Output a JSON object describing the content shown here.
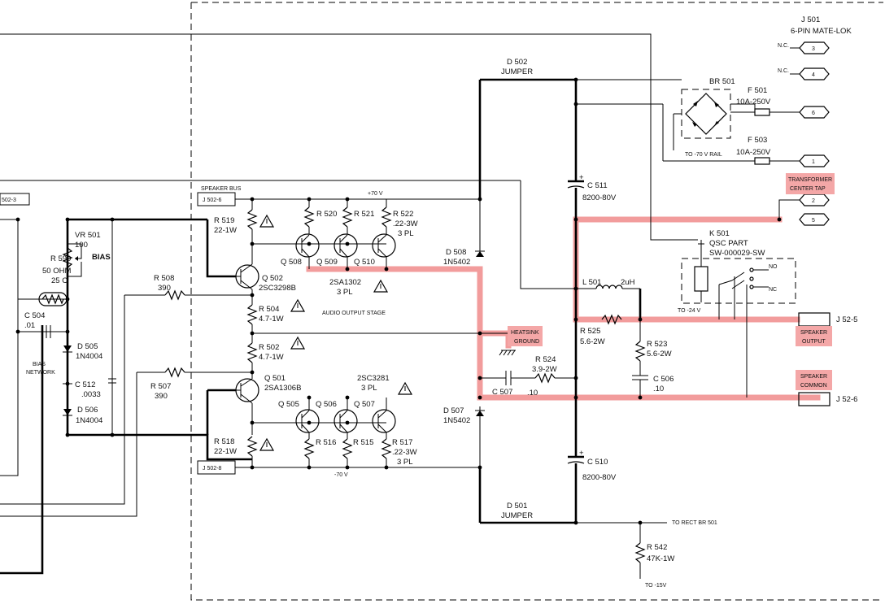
{
  "connector": {
    "ref": "J 501",
    "type": "6-PIN MATE-LOK",
    "pins": [
      "3",
      "4",
      "6",
      "1",
      "2",
      "5"
    ],
    "nc": [
      "N.C.",
      "N.C."
    ]
  },
  "rectifier": {
    "ref": "BR 501",
    "rail": "TO -70 V RAIL"
  },
  "fuses": [
    {
      "ref": "F 501",
      "value": "10A-250V"
    },
    {
      "ref": "F 503",
      "value": "10A-250V"
    }
  ],
  "caps": {
    "c511": {
      "ref": "C 511",
      "value": "8200-80V"
    },
    "c510": {
      "ref": "C 510",
      "value": "8200-80V"
    },
    "c504": {
      "ref": "C 504",
      "value": ".01"
    },
    "c512": {
      "ref": "C 512",
      "value": ".0033"
    },
    "c506": {
      "ref": "C 506",
      "value": ".10"
    },
    "c507": {
      "ref": "C 507",
      "value": ".10"
    }
  },
  "diodes": {
    "d502": {
      "ref": "D 502",
      "value": "JUMPER"
    },
    "d501": {
      "ref": "D 501",
      "value": "JUMPER"
    },
    "d508": {
      "ref": "D 508",
      "value": "1N5402"
    },
    "d507": {
      "ref": "D 507",
      "value": "1N5402"
    },
    "d505": {
      "ref": "D 505",
      "value": "1N4004"
    },
    "d506": {
      "ref": "D 506",
      "value": "1N4004"
    }
  },
  "relay": {
    "ref": "K 501",
    "label": "QSC PART",
    "part": "SW-000029-SW",
    "no": "NO",
    "nc": "NC",
    "supply": "TO -24 V"
  },
  "inductor": {
    "ref": "L 501",
    "value": "2uH"
  },
  "resistors": {
    "r525": {
      "ref": "R 525",
      "value": "5.6-2W"
    },
    "r523": {
      "ref": "R 523",
      "value": "5.6-2W"
    },
    "r524": {
      "ref": "R 524",
      "value": "3.9-2W"
    },
    "r542": {
      "ref": "R 542",
      "value": "47K-1W"
    },
    "r519": {
      "ref": "R 519",
      "value": "22-1W"
    },
    "r518": {
      "ref": "R 518",
      "value": "22-1W"
    },
    "r504": {
      "ref": "R 504",
      "value": "4.7-1W"
    },
    "r502": {
      "ref": "R 502",
      "value": "4.7-1W"
    },
    "r508": {
      "ref": "R 508",
      "value": "390"
    },
    "r507": {
      "ref": "R 507",
      "value": "390"
    },
    "r599": {
      "ref": "R 599",
      "value": "50 OHM",
      "temp": "25 C"
    },
    "vr501": {
      "ref": "VR 501",
      "value": "100",
      "bias": "BIAS"
    },
    "r520": "R 520",
    "r521": "R 521",
    "r522": "R 522",
    "r522v": ".22-3W",
    "r522n": "3 PL",
    "r516": "R 516",
    "r515": "R 515",
    "r517": "R 517",
    "r517v": ".22-3W",
    "r517n": "3 PL"
  },
  "transistors": {
    "q502": {
      "ref": "Q 502",
      "part": "2SC3298B"
    },
    "q501": {
      "ref": "Q 501",
      "part": "2SA1306B"
    },
    "q508": "Q 508",
    "q509": "Q 509",
    "q510": "Q 510",
    "q505": "Q 505",
    "q506": "Q 506",
    "q507": "Q 507",
    "top_part": "2SA1302",
    "top_count": "3 PL",
    "bot_part": "2SC3281",
    "bot_count": "3 PL"
  },
  "labels": {
    "speaker_bus": "SPEAKER BUS",
    "j5026": "J 502-6",
    "j5028": "J 502-8",
    "j5023": "502-3",
    "v70p": "+70 V",
    "v70n": "-70 V",
    "audio_stage": "AUDIO OUTPUT STAGE",
    "bias_net1": "BIAS",
    "bias_net2": "NETWORK",
    "to_rect": "TO RECT BR 501",
    "to_15": "TO -15V",
    "j525": "J 52-5",
    "j526": "J 52-6"
  },
  "callouts": {
    "transformer": [
      "TRANSFORMER",
      "CENTER TAP"
    ],
    "heatsink": [
      "HEATSINK",
      "GROUND"
    ],
    "spk_out": [
      "SPEAKER",
      "OUTPUT"
    ],
    "spk_common": [
      "SPEAKER",
      "COMMON"
    ]
  },
  "colors": {
    "highlight_line": "#f29c9c",
    "highlight_box": "#f4a7a7"
  }
}
